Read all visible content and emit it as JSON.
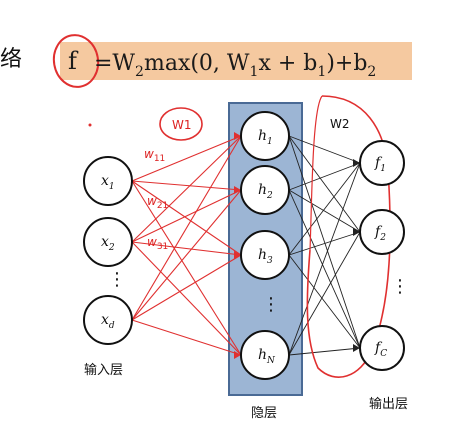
{
  "header": {
    "heading_fragment": "络",
    "formula_symbol": "f",
    "formula": {
      "eq": "=W",
      "sub2": "2",
      "maxopen": "max(0, W",
      "sub1": "1",
      "xplusb": "x + b",
      "sub1b": "1",
      "close": ")+b",
      "sub2b": "2"
    },
    "highlight_color": "#f5c9a0"
  },
  "annotations": {
    "w1_box": "W1",
    "w2_mark": "W2",
    "w11": "w",
    "w11_sub": "11",
    "w21": "w",
    "w21_sub": "21",
    "w31": "w",
    "w31_sub": "31",
    "color": "#e03030"
  },
  "layers": {
    "input": {
      "label": "输入层",
      "nodes": [
        {
          "base": "x",
          "sub": "1"
        },
        {
          "base": "x",
          "sub": "2"
        },
        {
          "base": "x",
          "sub": "d"
        }
      ],
      "ellipsis": "⋮"
    },
    "hidden": {
      "label": "隐层",
      "nodes": [
        {
          "base": "h",
          "sub": "1"
        },
        {
          "base": "h",
          "sub": "2"
        },
        {
          "base": "h",
          "sub": "3"
        },
        {
          "base": "h",
          "sub": "N"
        }
      ],
      "ellipsis": "⋮",
      "fill_color": "#9cb5d4",
      "border_color": "#4a6a95"
    },
    "output": {
      "label": "输出层",
      "nodes": [
        {
          "base": "f",
          "sub": "1"
        },
        {
          "base": "f",
          "sub": "2"
        },
        {
          "base": "f",
          "sub": "C"
        }
      ],
      "ellipsis": "⋮"
    }
  }
}
